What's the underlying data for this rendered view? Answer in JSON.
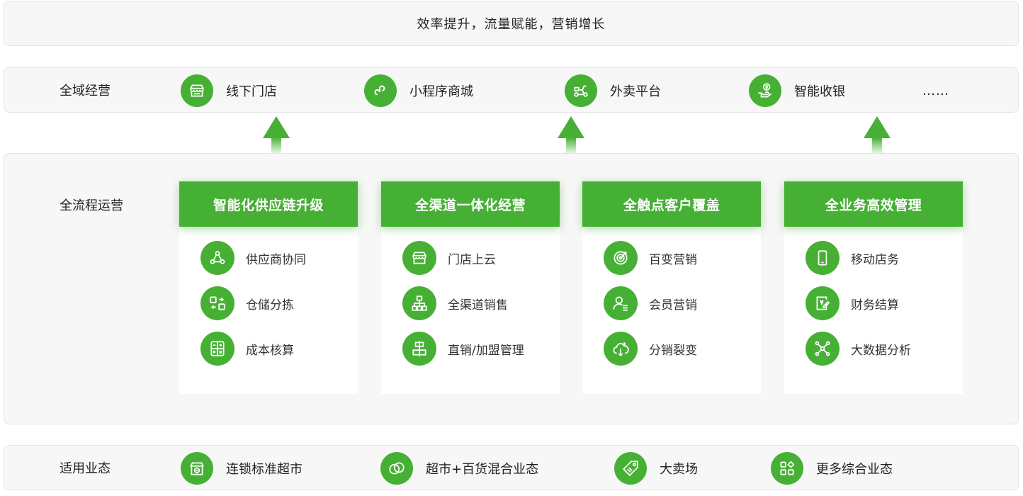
{
  "top": {
    "title": "效率提升，流量赋能，营销增长"
  },
  "channels": {
    "label": "全域经营",
    "items": [
      {
        "label": "线下门店",
        "icon": "storefront-icon"
      },
      {
        "label": "小程序商城",
        "icon": "mini-program-icon"
      },
      {
        "label": "外卖平台",
        "icon": "delivery-scooter-icon"
      },
      {
        "label": "智能收银",
        "icon": "yen-hand-icon"
      }
    ],
    "more": "……"
  },
  "operations": {
    "label": "全流程运营",
    "cards": [
      {
        "title": "智能化供应链升级",
        "items": [
          {
            "label": "供应商协同",
            "icon": "supplier-network-icon"
          },
          {
            "label": "仓储分拣",
            "icon": "sorting-icon"
          },
          {
            "label": "成本核算",
            "icon": "calculator-icon"
          }
        ]
      },
      {
        "title": "全渠道一体化经营",
        "items": [
          {
            "label": "门店上云",
            "icon": "store-cloud-icon"
          },
          {
            "label": "全渠道销售",
            "icon": "hierarchy-icon"
          },
          {
            "label": "直销/加盟管理",
            "icon": "align-center-icon"
          }
        ]
      },
      {
        "title": "全触点客户覆盖",
        "items": [
          {
            "label": "百变营销",
            "icon": "target-icon"
          },
          {
            "label": "会员营销",
            "icon": "member-icon"
          },
          {
            "label": "分销裂变",
            "icon": "cloud-share-icon"
          }
        ]
      },
      {
        "title": "全业务高效管理",
        "items": [
          {
            "label": "移动店务",
            "icon": "mobile-phone-icon"
          },
          {
            "label": "财务结算",
            "icon": "finance-doc-icon"
          },
          {
            "label": "大数据分析",
            "icon": "data-network-icon"
          }
        ]
      }
    ]
  },
  "formats": {
    "label": "适用业态",
    "items": [
      {
        "label": "连锁标准超市",
        "icon": "chain-store-icon"
      },
      {
        "label": "超市+百货混合业态",
        "icon": "mixed-rings-icon"
      },
      {
        "label": "大卖场",
        "icon": "price-tag-icon"
      },
      {
        "label": "更多综合业态",
        "icon": "grid-apps-icon"
      }
    ]
  },
  "colors": {
    "accent": "#46b035",
    "band": "#f7f7f7",
    "border": "#e3e3e3"
  }
}
